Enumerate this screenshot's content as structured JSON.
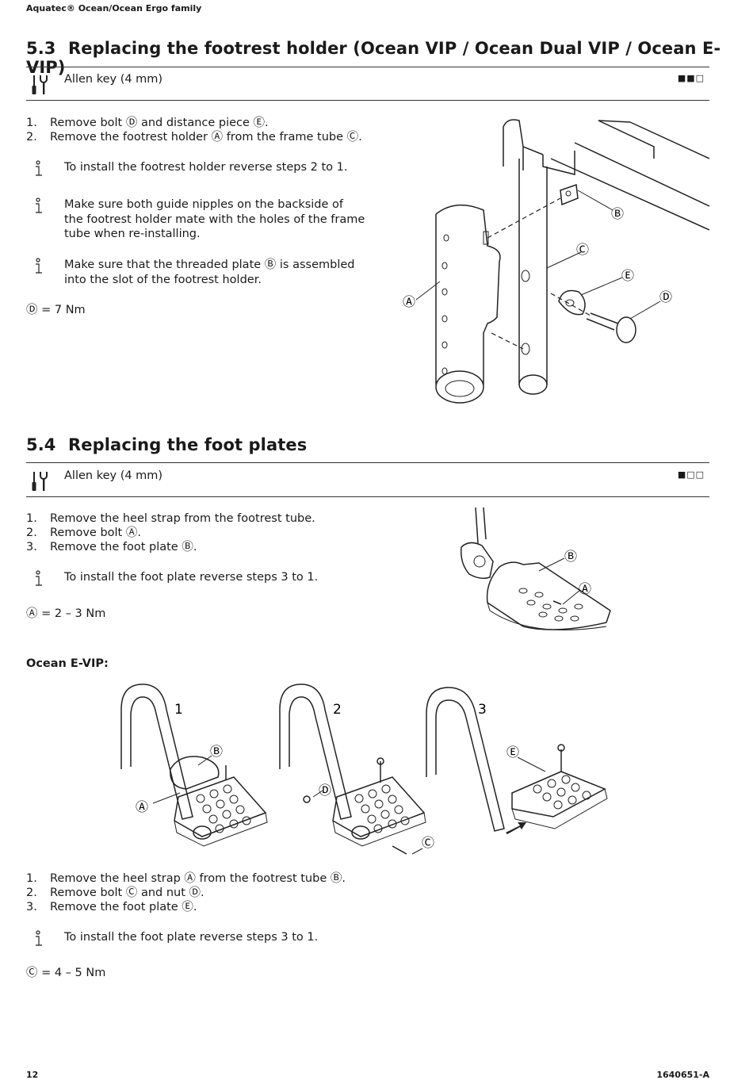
{
  "header": {
    "title": "Aquatec® Ocean/Ocean Ergo family"
  },
  "section_53": {
    "number": "5.3",
    "title": "Replacing the footrest holder (Ocean VIP / Ocean Dual VIP / Ocean E-VIP)",
    "tool": "Allen key (4 mm)",
    "difficulty": "■■□",
    "steps": [
      {
        "n": "1.",
        "text": "Remove bolt Ⓓ and distance piece Ⓔ."
      },
      {
        "n": "2.",
        "text": "Remove the footrest holder Ⓐ from the frame tube Ⓒ."
      }
    ],
    "notes": [
      "To install the footrest holder reverse steps 2 to 1.",
      "Make sure both guide nipples on the backside of the footrest holder mate with the holes of the frame tube when re-installing.",
      "Make sure that the threaded plate Ⓑ is assembled into the slot of the footrest holder."
    ],
    "torque": "Ⓓ = 7 Nm",
    "figure_labels": {
      "a": "Ⓐ",
      "b": "Ⓑ",
      "c": "Ⓒ",
      "d": "Ⓓ",
      "e": "Ⓔ"
    }
  },
  "section_54": {
    "number": "5.4",
    "title": "Replacing the foot plates",
    "tool": "Allen key (4 mm)",
    "difficulty": "■□□",
    "steps": [
      {
        "n": "1.",
        "text": "Remove the heel strap from the footrest tube."
      },
      {
        "n": "2.",
        "text": "Remove bolt Ⓐ."
      },
      {
        "n": "3.",
        "text": "Remove the foot plate Ⓑ."
      }
    ],
    "note": "To install the foot plate reverse steps 3 to 1.",
    "torque": "Ⓐ = 2 – 3 Nm",
    "figure_labels": {
      "a": "Ⓐ",
      "b": "Ⓑ"
    }
  },
  "evip": {
    "heading": "Ocean E-VIP:",
    "figure_numbers": [
      "1",
      "2",
      "3"
    ],
    "figure_labels": {
      "a": "Ⓐ",
      "b": "Ⓑ",
      "c": "Ⓒ",
      "d": "Ⓓ",
      "e": "Ⓔ"
    },
    "steps": [
      {
        "n": "1.",
        "text": "Remove the heel strap Ⓐ from the footrest tube Ⓑ."
      },
      {
        "n": "2.",
        "text": "Remove bolt Ⓒ and nut Ⓓ."
      },
      {
        "n": "3.",
        "text": "Remove the foot plate Ⓔ."
      }
    ],
    "note": "To install the foot plate reverse steps 3 to 1.",
    "torque": "Ⓒ = 4 – 5 Nm"
  },
  "footer": {
    "page": "12",
    "doc_id": "1640651-A"
  }
}
